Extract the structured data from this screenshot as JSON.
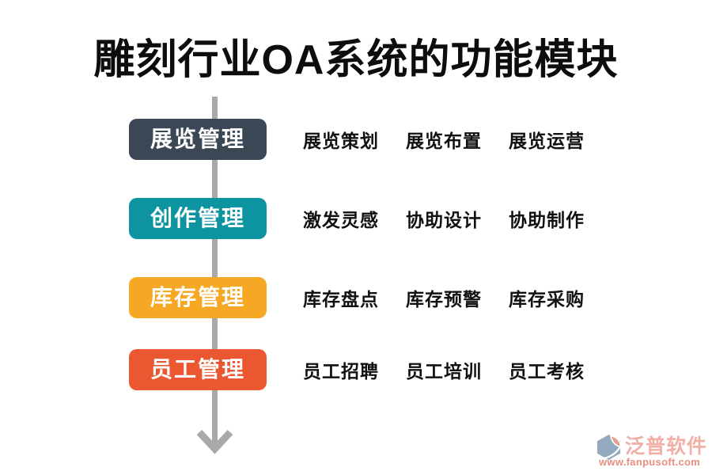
{
  "title": "雕刻行业OA系统的功能模块",
  "modules": [
    {
      "label": "展览管理",
      "color": "#3B4754",
      "items": [
        "展览策划",
        "展览布置",
        "展览运营"
      ]
    },
    {
      "label": "创作管理",
      "color": "#0E93A0",
      "items": [
        "激发灵感",
        "协助设计",
        "协助制作"
      ]
    },
    {
      "label": "库存管理",
      "color": "#F6A724",
      "items": [
        "库存盘点",
        "库存预警",
        "库存采购"
      ]
    },
    {
      "label": "员工管理",
      "color": "#EA5730",
      "items": [
        "员工招聘",
        "员工培训",
        "员工考核"
      ]
    }
  ],
  "arrow": {
    "direction": "down",
    "color": "#A9A9A9"
  },
  "watermark": {
    "brand": "泛普软件",
    "url": "www.fanpusoft.com",
    "brand_color": "#F2AFA5",
    "url_color": "#E98F82",
    "icon": "fanpu-logo-icon",
    "icon_colors": {
      "blue_gray": "#94AABF",
      "salmon": "#E8A08E"
    }
  },
  "colors": {
    "background": "#FFFFFF",
    "title_text": "#0D0D0D",
    "item_text": "#111111",
    "badge_text": "#FFFFFF"
  }
}
